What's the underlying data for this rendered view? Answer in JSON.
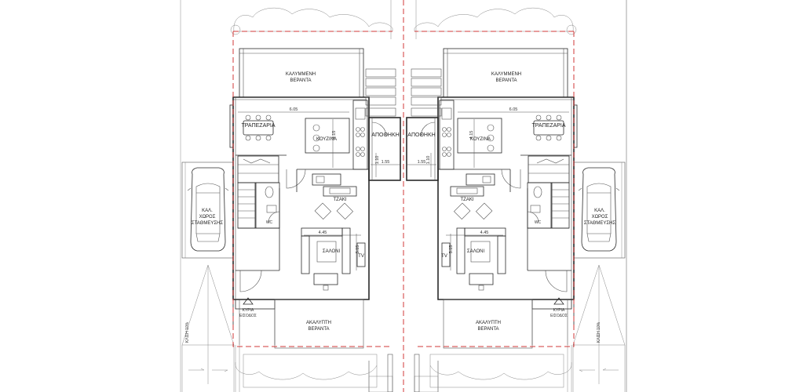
{
  "plan": {
    "labels": {
      "covered_veranda_line1": "ΚΑΛΥΜΜΕΝΗ",
      "covered_veranda_line2": "ΒΕΡΑΝΤΑ",
      "uncovered_veranda_line1": "ΑΚΑΛΥΠΤΗ",
      "uncovered_veranda_line2": "ΒΕΡΑΝΤΑ",
      "dining": "ΤΡΑΠΕΖΑΡΙΑ",
      "kitchen": "ΚΟΥΖΙΝΑ",
      "storage": "ΑΠΟΘΗΚΗ",
      "fireplace": "ΤΖΑΚΙ",
      "living": "ΣΑΛΟΝΙ",
      "tv": "TV",
      "wc": "WC",
      "parking_line1": "ΚΑΛ.",
      "parking_line2": "ΧΩΡΟΣ",
      "parking_line3": "ΣΤΑΘΜΕΥΣΗΣ",
      "entrance_line1": "ΚΥΡΙΑ",
      "entrance_line2": "ΕΙΣΟΔΟΣ",
      "ramp": "ΚΛΙΣΗ 10%"
    },
    "dimensions": {
      "dining_width": "6.05",
      "kitchen_depth": "4.15",
      "living_width": "4.45",
      "living_depth": "5.15",
      "storage_width": "1.55",
      "storage_depth": "1.10"
    }
  }
}
